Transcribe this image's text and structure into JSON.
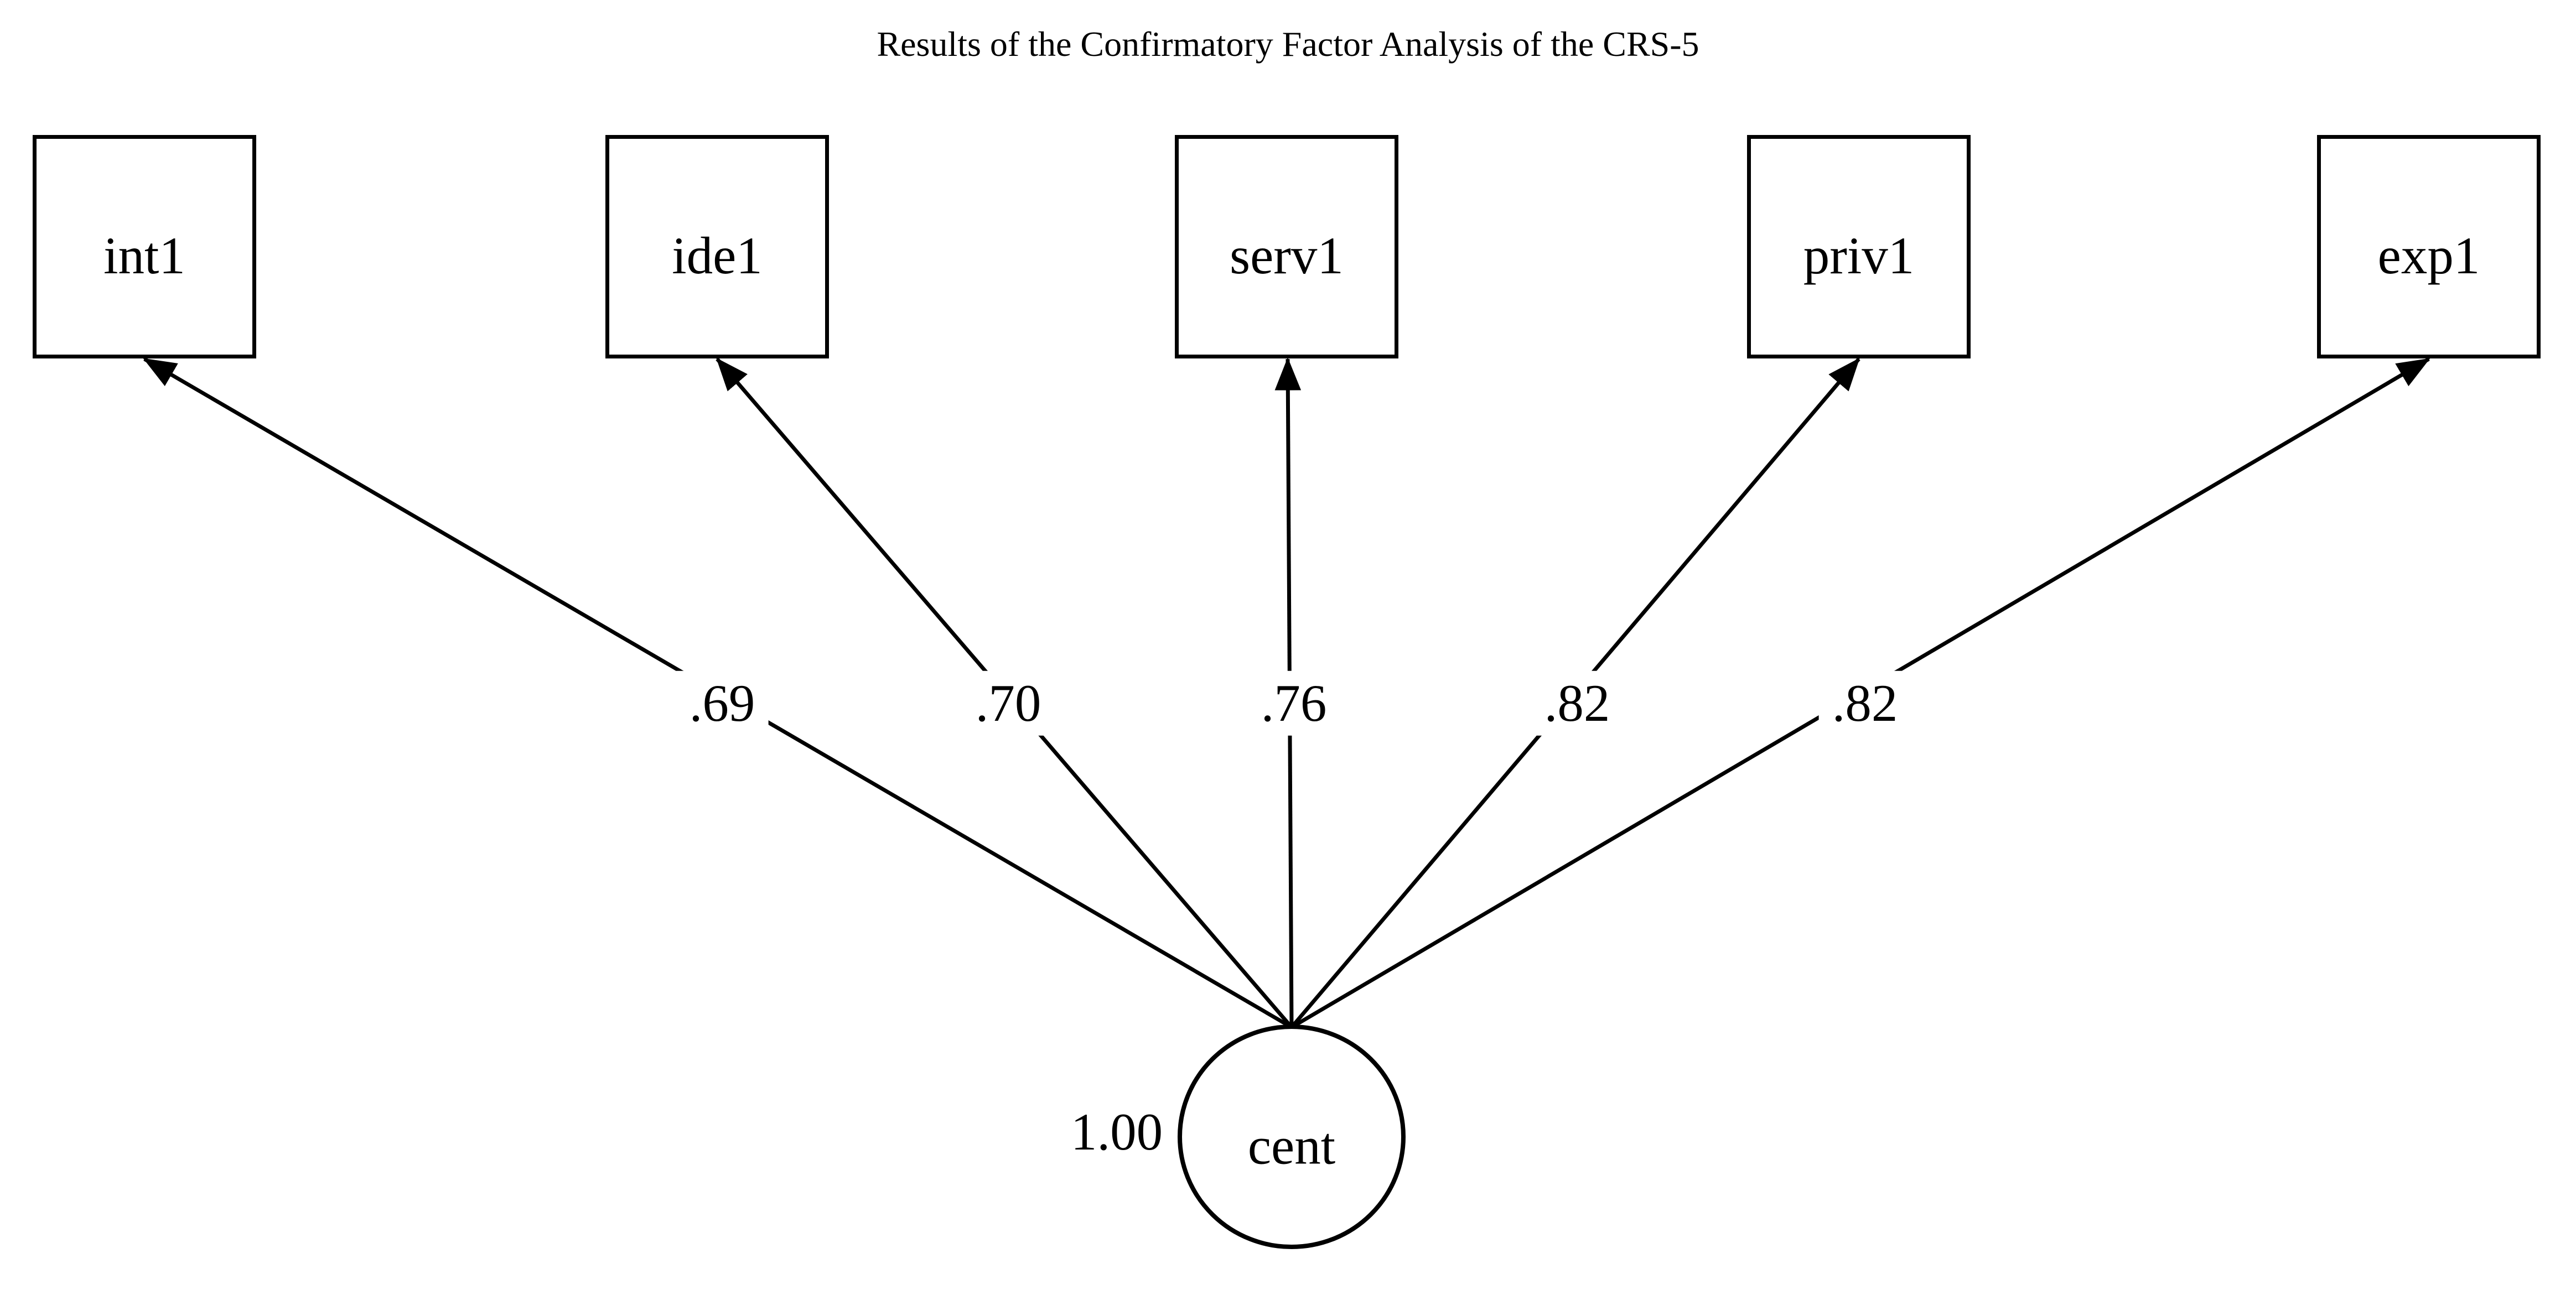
{
  "title": "Results of the Confirmatory Factor Analysis of the CRS-5",
  "factor": {
    "label": "cent",
    "variance": "1.00"
  },
  "indicators": [
    {
      "label": "int1",
      "loading": ".69"
    },
    {
      "label": "ide1",
      "loading": ".70"
    },
    {
      "label": "serv1",
      "loading": ".76"
    },
    {
      "label": "priv1",
      "loading": ".82"
    },
    {
      "label": "exp1",
      "loading": ".82"
    }
  ],
  "colors": {
    "ink": "#000000",
    "background": "#ffffff"
  }
}
